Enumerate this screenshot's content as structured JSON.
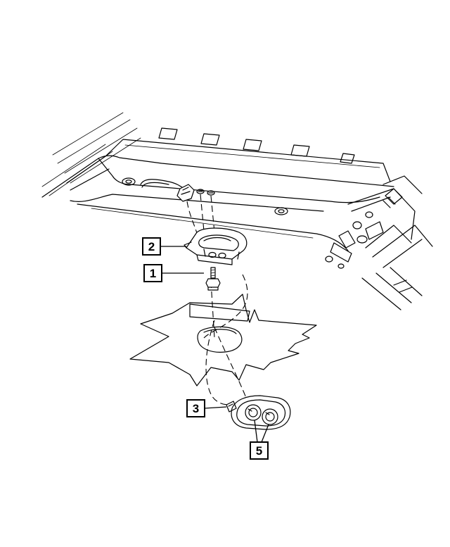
{
  "callouts": [
    {
      "id": "c1",
      "label": "1"
    },
    {
      "id": "c2",
      "label": "2"
    },
    {
      "id": "c3",
      "label": "3"
    },
    {
      "id": "c5",
      "label": "5"
    }
  ]
}
